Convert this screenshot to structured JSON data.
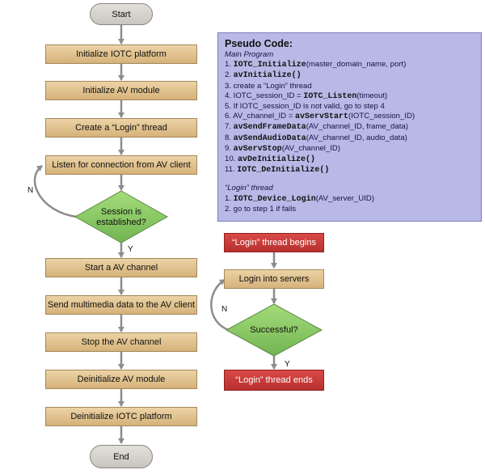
{
  "flow": {
    "start": "Start",
    "init_iotc": "Initialize IOTC platform",
    "init_av": "Initialize AV module",
    "create_login": "Create a “Login” thread",
    "listen": "Listen for connection from AV client",
    "session_q": [
      "Session is",
      "established?"
    ],
    "start_av": "Start a AV channel",
    "send_data": "Send multimedia data to the AV client",
    "stop_av": "Stop the AV channel",
    "deinit_av": "Deinitialize AV module",
    "deinit_iotc": "Deinitialize IOTC platform",
    "end": "End",
    "no": "N",
    "yes": "Y"
  },
  "login_flow": {
    "begins": "“Login” thread begins",
    "login": "Login into servers",
    "success_q": "Successful?",
    "ends": "“Login” thread ends",
    "no": "N",
    "yes": "Y"
  },
  "pseudo": {
    "title": "Pseudo Code:",
    "main_heading": "Main Program",
    "main_steps": [
      [
        {
          "t": "1. "
        },
        {
          "t": "IOTC_Initialize",
          "c": 1
        },
        {
          "t": "(master_domain_name, port)"
        }
      ],
      [
        {
          "t": "2. "
        },
        {
          "t": "avInitialize()",
          "c": 1
        }
      ],
      [
        {
          "t": "3. create a “Login” thread"
        }
      ],
      [
        {
          "t": "4. IOTC_session_ID = "
        },
        {
          "t": "IOTC_Listen",
          "c": 1
        },
        {
          "t": "(timeout)"
        }
      ],
      [
        {
          "t": "5. If IOTC_session_ID is not valid, go to step 4"
        }
      ],
      [
        {
          "t": "6. AV_channel_ID = "
        },
        {
          "t": "avServStart",
          "c": 1
        },
        {
          "t": "(IOTC_session_ID)"
        }
      ],
      [
        {
          "t": "7. "
        },
        {
          "t": "avSendFrameData",
          "c": 1
        },
        {
          "t": "(AV_channel_ID, frame_data)"
        }
      ],
      [
        {
          "t": "8. "
        },
        {
          "t": "avSendAudioData",
          "c": 1
        },
        {
          "t": "(AV_channel_ID, audio_data)"
        }
      ],
      [
        {
          "t": "9. "
        },
        {
          "t": "avServStop",
          "c": 1
        },
        {
          "t": "(AV_channel_ID)"
        }
      ],
      [
        {
          "t": "10. "
        },
        {
          "t": "avDeInitialize()",
          "c": 1
        }
      ],
      [
        {
          "t": "11. "
        },
        {
          "t": "IOTC_DeInitialize()",
          "c": 1
        }
      ]
    ],
    "login_heading": "“Login” thread",
    "login_steps": [
      [
        {
          "t": "1. "
        },
        {
          "t": "IOTC_Device_Login",
          "c": 1
        },
        {
          "t": "(AV_server_UID)"
        }
      ],
      [
        {
          "t": "2. go to step 1 if fails"
        }
      ]
    ]
  },
  "colors": {
    "process_fill": "#ddbb88",
    "terminator_fill": "#d4d0ca",
    "decision_fill": "#88cc66",
    "login_red": "#c63a38",
    "pseudo_bg": "#b8b9e6",
    "arrow": "#8c8c8c"
  }
}
